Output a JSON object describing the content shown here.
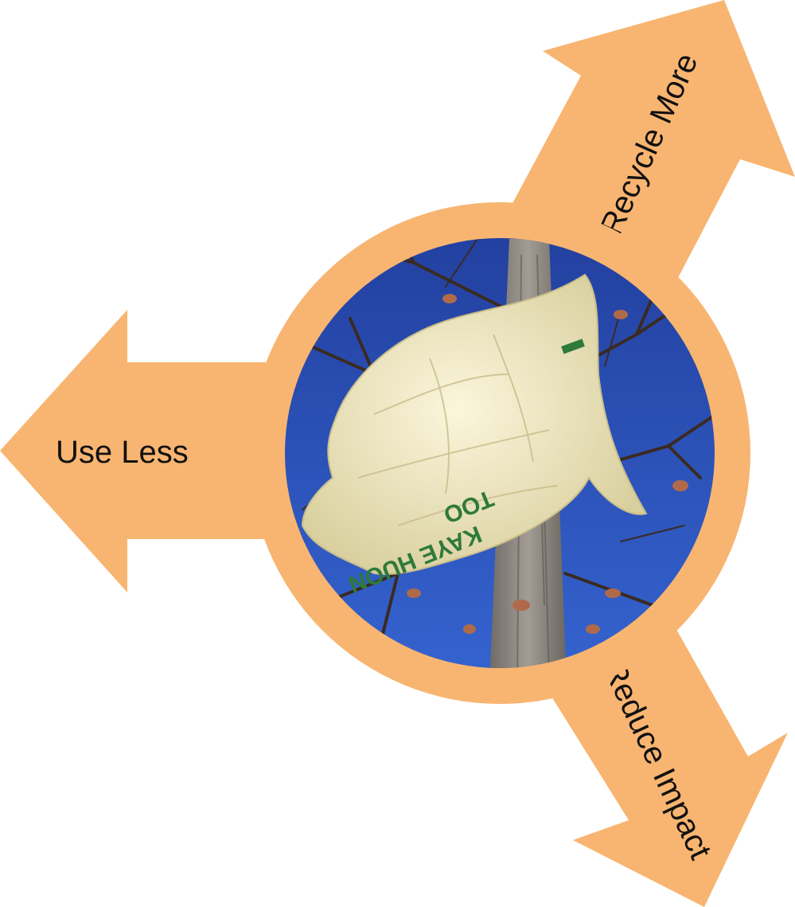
{
  "colors": {
    "arrow_fill": "#F8B571",
    "sky": "#2a4fb8",
    "trunk": "#8a8580",
    "bag": "#efe8c4",
    "bag_print": "#2e7a3a",
    "leaf": "#b06a4a",
    "branch": "#3b2a22",
    "text": "#111111"
  },
  "arrows": [
    {
      "id": "left",
      "label": "Use Less",
      "icon": "arrow-left"
    },
    {
      "id": "up-right",
      "label": "Recycle More",
      "icon": "arrow-up-right"
    },
    {
      "id": "down-right",
      "label": "Reduce Impact",
      "icon": "arrow-down-right"
    }
  ],
  "center_image": {
    "subject": "plastic-bag-in-tree",
    "bag_print_text": [
      "KAYE HUON",
      "TOO"
    ]
  }
}
